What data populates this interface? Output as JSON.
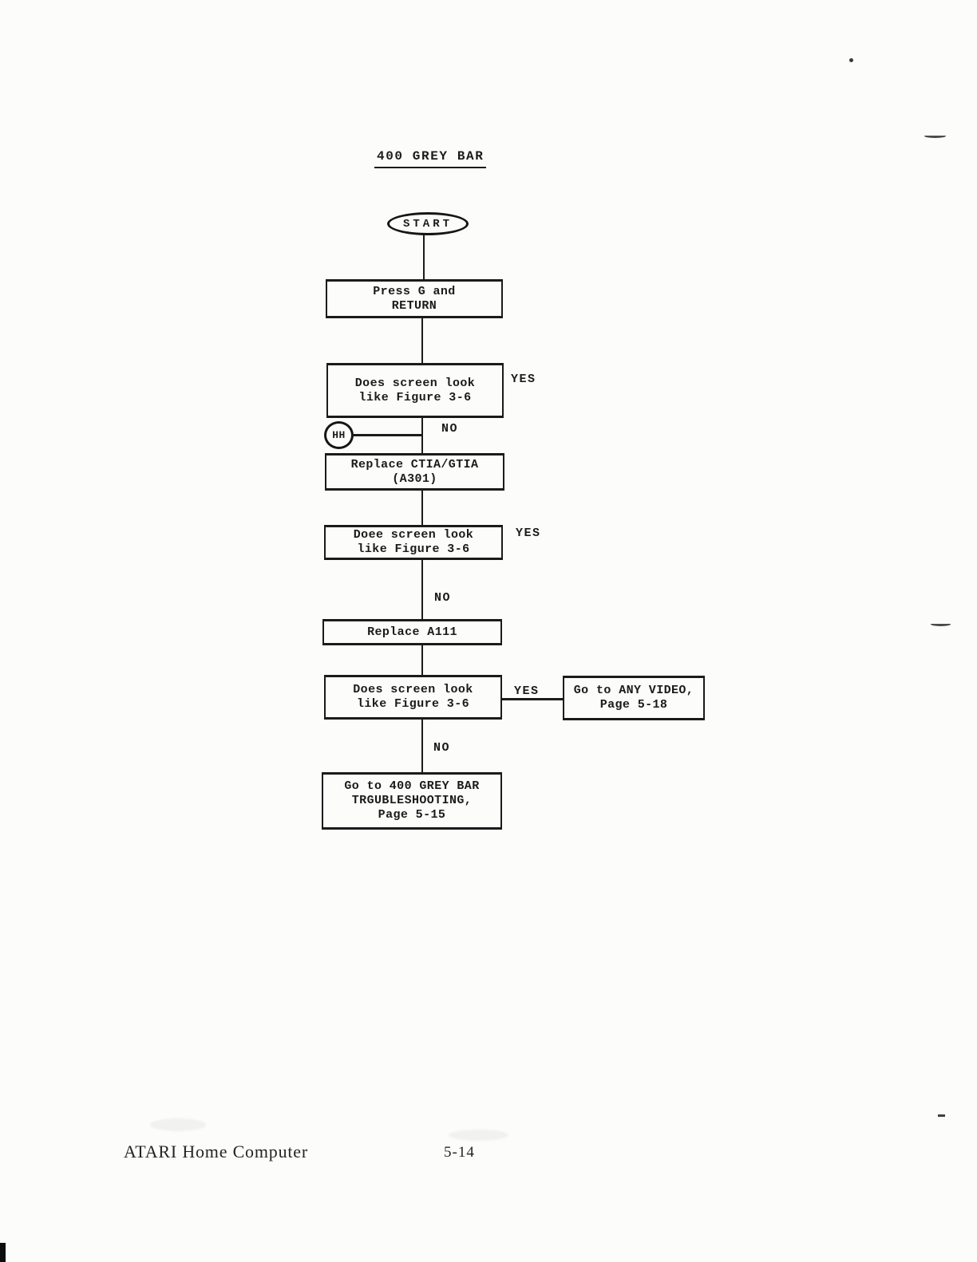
{
  "page": {
    "paper_color": "#fcfcfa",
    "ink_color": "#1b1b1b"
  },
  "flow": {
    "title": "400 GREY BAR",
    "start_label": "START",
    "connector_hh": "HH",
    "press_g": "Press G and\nRETURN",
    "decision1": "Does screen look\nlike Figure 3-6",
    "decision1_yes": "YES",
    "decision1_no": "NO",
    "replace_ctia": "Replace CTIA/GTIA\n(A301)",
    "decision2": "Doee screen look\nlike Figure 3-6",
    "decision2_yes": "YES",
    "decision2_no": "NO",
    "replace_a111": "Replace A111",
    "decision3": "Does screen look\nlike Figure 3-6",
    "decision3_yes": "YES",
    "decision3_no": "NO",
    "any_video": "Go to ANY VIDEO,\nPage 5-18",
    "troubleshooting": "Go to 400 GREY BAR\nTRGUBLESHOOTING,\nPage 5-15"
  },
  "footer": {
    "document": "ATARI Home Computer",
    "page_number": "5-14"
  }
}
